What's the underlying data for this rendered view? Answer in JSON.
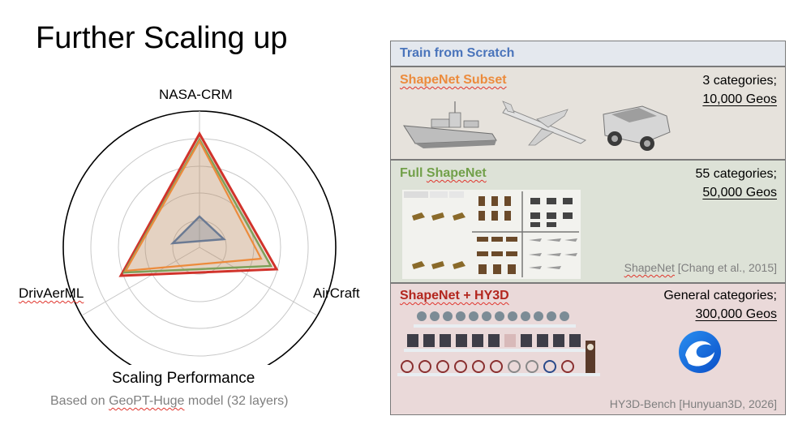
{
  "slide": {
    "title": "Further Scaling up"
  },
  "radar": {
    "axes": [
      "NASA-CRM",
      "AirCraft",
      "DrivAerML"
    ],
    "caption": "Scaling Performance",
    "subcaption_prefix": "Based on ",
    "subcaption_model": "GeoPT-Huge",
    "subcaption_suffix": " model (32 layers)",
    "colors": {
      "scratch": "#6b7a93",
      "shapenet_subset": "#ec8b3c",
      "full_shapenet": "#7fa05a",
      "shapenet_hy3d": "#d1332b",
      "fill": "#b98a5e"
    }
  },
  "panels": {
    "header": "Train from Scratch",
    "subset": {
      "title": "ShapeNet Subset",
      "categories": "3 categories;",
      "geos": "10,000 Geos",
      "color": "#ec8b3c"
    },
    "full": {
      "title_a": "Full ",
      "title_b": "ShapeNet",
      "categories": "55 categories;",
      "geos": "50,000 Geos",
      "cite_a": "ShapeNet",
      "cite_b": " [Chang et al., 2015]",
      "color": "#72a04a"
    },
    "hy3d": {
      "title": "ShapeNet + HY3D",
      "categories": "General categories;",
      "geos": "300,000 Geos",
      "cite": "HY3D-Bench [Hunyuan3D, 2026]",
      "color": "#b3261e"
    }
  }
}
